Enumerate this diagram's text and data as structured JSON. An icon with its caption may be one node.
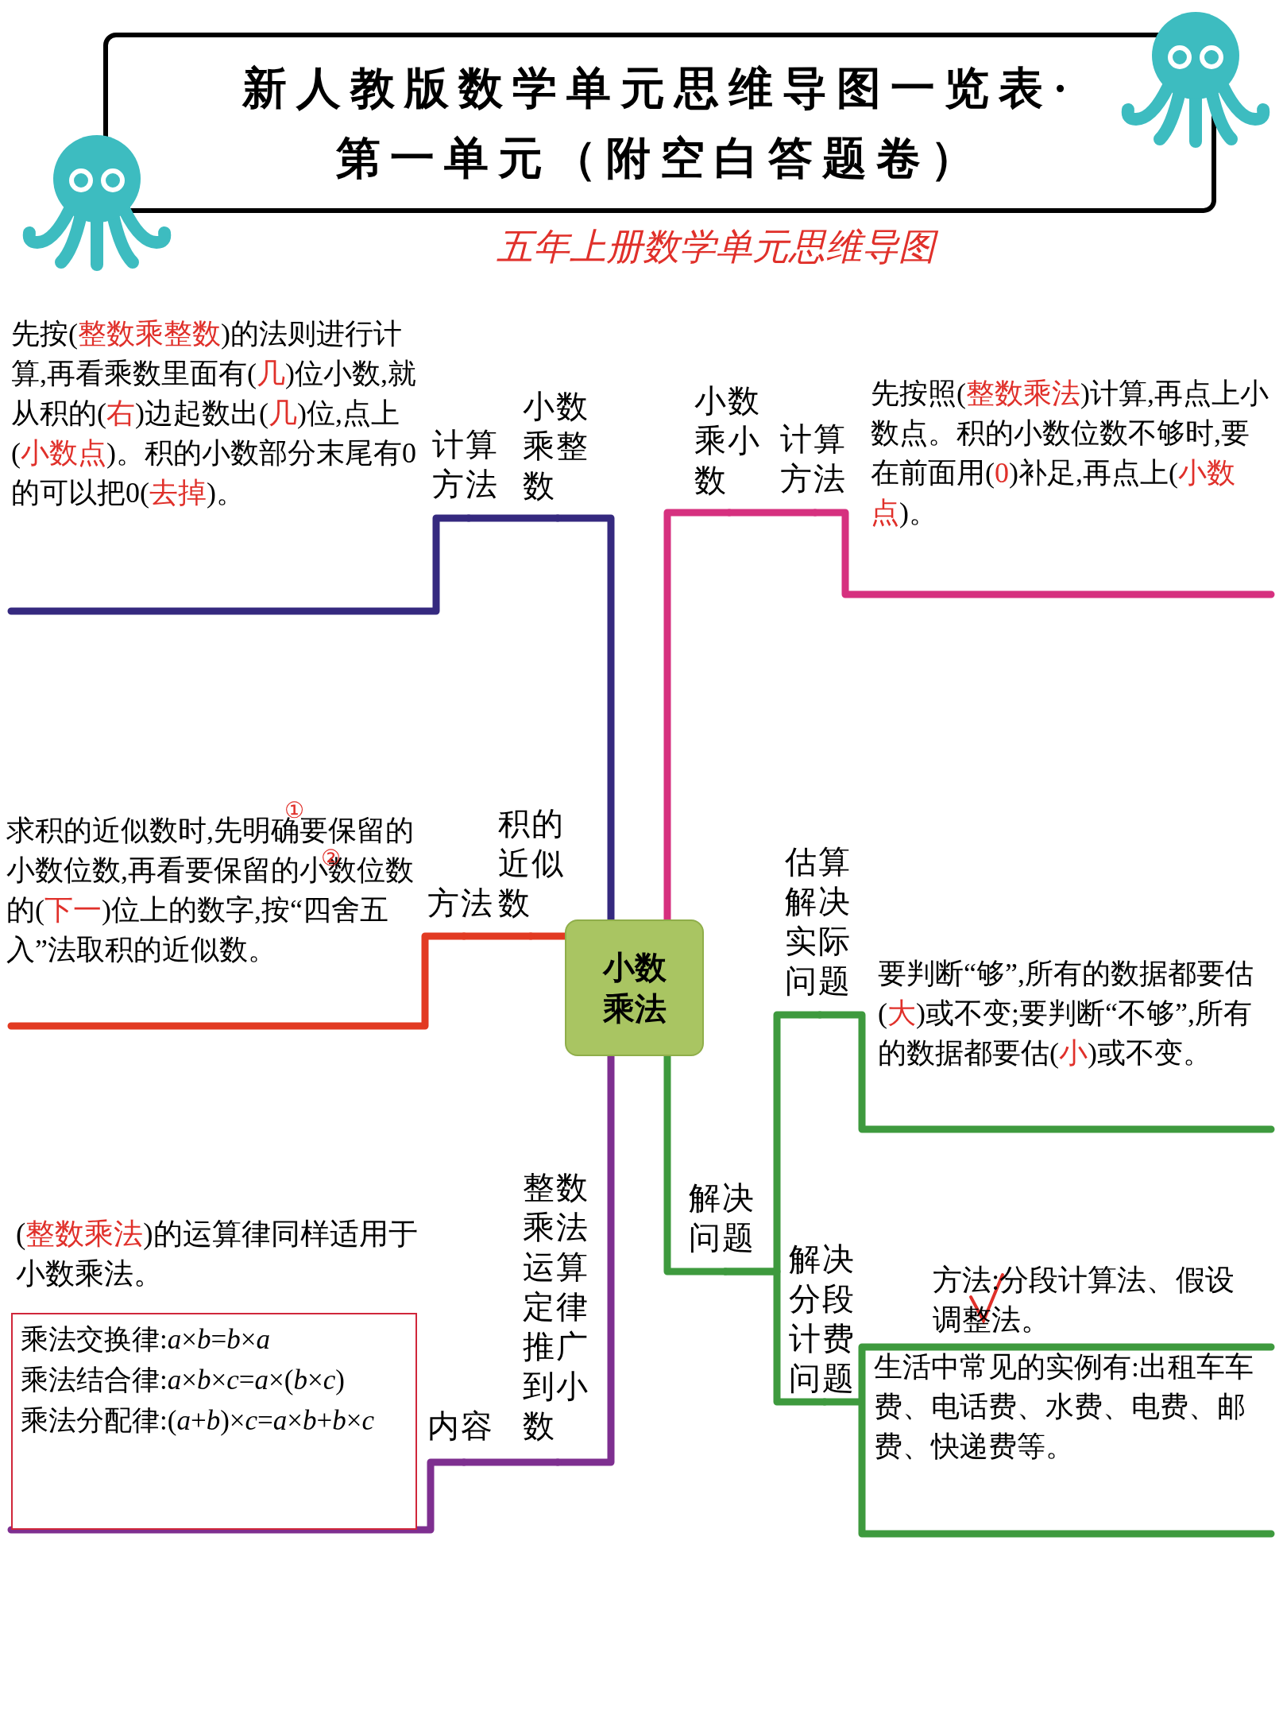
{
  "diagram": {
    "title": "新人教版数学单元思维导图一览表·第一单元（附空白答题卷）",
    "nodes": [
      {
        "text": [
          "小数乘法"
        ]
      },
      {
        "text": [
          "小数乘整数"
        ]
      },
      {
        "text": [
          "计算方法"
        ]
      },
      {
        "text": [
          "先按(**整数乘整数**)的法则进行计算,再看乘数里面有(**几**)位小数,就从积的(**右**)边起数出(**几**)位,点上(**小数点**)。积的小数部分末尾有0的可以把0(**去掉**)。"
        ]
      },
      {
        "text": [
          "小数乘小数"
        ]
      },
      {
        "text": [
          "计算方法"
        ]
      },
      {
        "text": [
          "先按照(**整数乘法**)计算,再点上小数点。积的小数位数不够时,要在前面用(**0**)补足,再点上(**小数点**)。"
        ]
      },
      {
        "text": [
          "积的近似数"
        ]
      },
      {
        "text": [
          "方法"
        ]
      },
      {
        "text": [
          "求积的近似数时,先明确要保留的小数位数,再看要保留的小数位数的(**下一**)位上的数字,按“四舍五入”法取积的近似数。"
        ]
      },
      {
        "text": [
          "整数乘法运算定律推广到小数"
        ]
      },
      {
        "text": [
          "内容"
        ]
      },
      {
        "text": [
          "乘法交换律:*a*×*b*=*b*×*a*",
          "乘法结合律:*a*×*b*×*c*=*a*×(*b*×*c*)",
          "乘法分配律:(*a*+*b*)×*c*=*a*×*b*+*b*×*c*"
        ]
      },
      {
        "text": [
          "解决问题"
        ]
      },
      {
        "text": [
          "估算解决实际问题"
        ]
      },
      {
        "text": [
          "要判断“够”,所有的数据都要估(**大**)或不变;要判断“不够”,所有的数据都要估(**小**)或不变。"
        ]
      },
      {
        "text": [
          "解决分段计费问题"
        ]
      },
      {
        "text": [
          "生活中常见的实例有:出租车车费、电话费、水费、电费、邮费、快递费等。"
        ]
      }
    ],
    "edges": [
      {
        "from": 0,
        "to": 1,
        "arrow": "none",
        "color": "#35297f"
      },
      {
        "from": 1,
        "to": 2,
        "arrow": "none",
        "color": "#35297f"
      },
      {
        "from": 2,
        "to": 3,
        "arrow": "none",
        "color": "#35297f"
      },
      {
        "from": 0,
        "to": 4,
        "arrow": "none",
        "color": "#d6307f"
      },
      {
        "from": 4,
        "to": 5,
        "arrow": "none",
        "color": "#d6307f"
      },
      {
        "from": 5,
        "to": 6,
        "arrow": "none",
        "color": "#d6307f"
      },
      {
        "from": 0,
        "to": 7,
        "arrow": "none",
        "color": "#e23a22"
      },
      {
        "from": 7,
        "to": 8,
        "arrow": "none",
        "color": "#e23a22"
      },
      {
        "from": 8,
        "to": 9,
        "arrow": "none",
        "color": "#e23a22"
      },
      {
        "from": 0,
        "to": 10,
        "arrow": "none",
        "color": "#7e2f90"
      },
      {
        "from": 10,
        "to": 11,
        "arrow": "none",
        "color": "#7e2f90"
      },
      {
        "from": 11,
        "to": 12,
        "arrow": "none",
        "color": "#7e2f90"
      },
      {
        "from": 0,
        "to": 13,
        "arrow": "none"
      },
      {
        "from": 13,
        "to": 14,
        "arrow": "none"
      },
      {
        "from": 14,
        "to": 15,
        "arrow": "none"
      },
      {
        "from": 13,
        "to": 16,
        "arrow": "none"
      },
      {
        "from": 16,
        "to": 17,
        "arrow": "none"
      }
    ],
    "labels": [
      "五年上册数学单元思维导图",
      "①",
      "②",
      "(**整数乘法**)的运算律同样适用于小数乘法。",
      "方法:分段计算法、假设调整法。"
    ]
  }
}
